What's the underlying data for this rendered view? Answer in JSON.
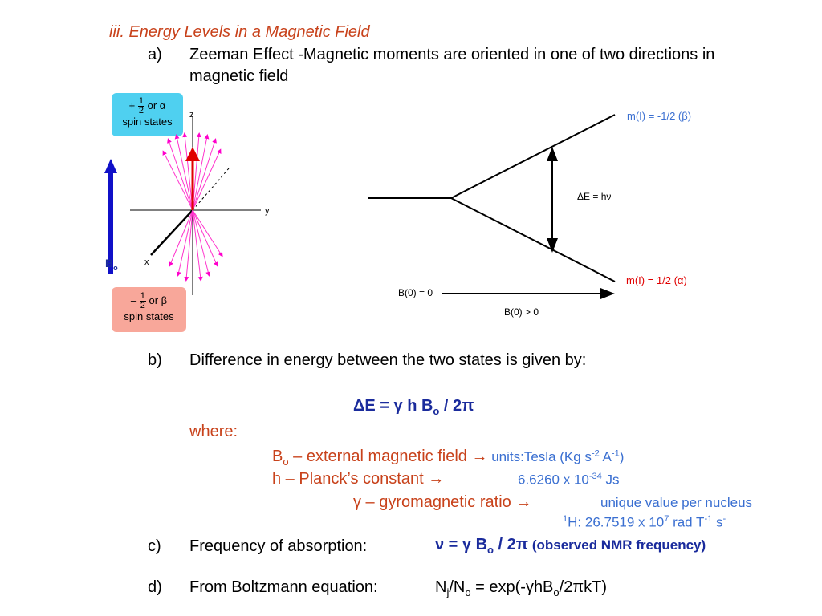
{
  "heading": "iii. Energy Levels in a Magnetic Field",
  "item_a": {
    "marker": "a)",
    "line1": "Zeeman Effect -Magnetic moments are oriented in one of two directions in",
    "line2": "magnetic field"
  },
  "left_diagram": {
    "top_box": {
      "sign": "+",
      "num": "1",
      "den": "2",
      "rest": "or α",
      "line2": "spin states",
      "color": "#4fd0f0"
    },
    "bottom_box": {
      "sign": "–",
      "num": "1",
      "den": "2",
      "rest": "or β",
      "line2": "spin states",
      "color": "#f8a79a"
    },
    "axis_z": "z",
    "axis_y": "y",
    "axis_x": "x",
    "field_label": "B",
    "field_sub": "o"
  },
  "right_diagram": {
    "upper_level": "m(I) = -1/2 (β)",
    "lower_level": "m(I) = 1/2 (α)",
    "gap_label": "ΔE = hν",
    "field_zero": "B(0) = 0",
    "field_pos": "B(0) > 0"
  },
  "item_b": {
    "marker": "b)",
    "text": "Difference in energy between the two states is given by:",
    "eq_dE": "ΔE = ",
    "eq_gamma": "γ",
    "eq_h": " h B",
    "eq_sub": "o",
    "eq_div": " / 2",
    "eq_pi": "π",
    "where": "where:",
    "def1_pre": "B",
    "def1_sub": "o",
    "def1_text": " – external magnetic field ",
    "def1_arrow": "→",
    "def1_units_pre": " units:Tesla (Kg s",
    "def1_units_sup1": "-2",
    "def1_units_mid": " A",
    "def1_units_sup2": "-1",
    "def1_units_post": ")",
    "def2_text": "h – Planck’s constant ",
    "def2_arrow": "→",
    "def2_value_pre": "6.6260 x 10",
    "def2_value_sup": "-34",
    "def2_value_post": " Js",
    "def3_gamma": "γ",
    "def3_text": " – gyromagnetic ratio  ",
    "def3_arrow": "→",
    "def3_value": "unique value per nucleus",
    "def3_h_sup": "1",
    "def3_h_pre": "H: 26.7519 x 10",
    "def3_h_sup2": "7",
    "def3_h_mid": " rad T",
    "def3_h_sup3": "-1",
    "def3_h_post": " s",
    "def3_h_sup4": "-"
  },
  "item_c": {
    "marker": "c)",
    "text": "Frequency of absorption:",
    "eq_nu": "ν",
    "eq_eq": " = ",
    "eq_gamma": "γ",
    "eq_b": " B",
    "eq_sub": "o",
    "eq_div": " / 2",
    "eq_pi": "π",
    "eq_note": " (observed NMR frequency)"
  },
  "item_d": {
    "marker": "d)",
    "text": "From Boltzmann equation:",
    "eq_n": "N",
    "eq_sub_j": "j",
    "eq_slash": "/N",
    "eq_sub_o": "o",
    "eq_mid": " = exp(-",
    "eq_gamma": "γ",
    "eq_hb": "hB",
    "eq_sub_o2": "o",
    "eq_div": "/2",
    "eq_pi": "π",
    "eq_end": "kT)"
  }
}
